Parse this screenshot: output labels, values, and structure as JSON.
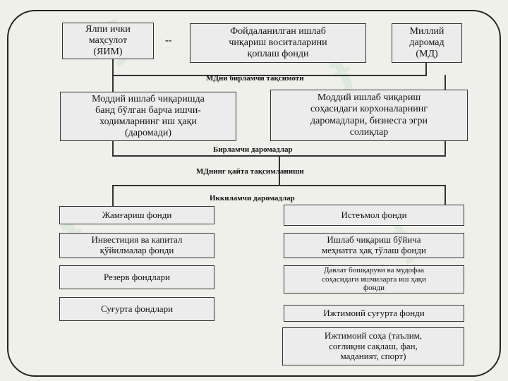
{
  "top": {
    "gdp": "Ялпи ички\nмаҳсулот\n(ЯИМ)",
    "dash": "--",
    "fixed_assets": "Фойдаланилган ишлаб\nчиқариш воситаларини\nқоплаш фонди",
    "national_income": "Миллий\nдаромад\n(МД)"
  },
  "primary_distribution_label": "МДни бирламчи тақсимоти",
  "primary": {
    "wages": "Моддий ишлаб чиқаришда\nбанд бўлган барча ишчи-\nходимларнинг иш ҳақи\n(даромади)",
    "enterprise_income": "Моддий ишлаб чиқариш\nсоҳасидаги корхоналарнинг\nдаромадлари, бизнесга эгри\nсолиқлар"
  },
  "primary_income_label": "Бирламчи даромадлар",
  "redistribution_label": "МДнинг қайта тақсимланиши",
  "secondary_income_label": "Иккиламчи даромадлар",
  "left_column": [
    "Жамғариш фонди",
    "Инвестиция ва капитал\nқўйилмалар фонди",
    "Резерв фондлари",
    "Суғурта фондлари"
  ],
  "right_column": [
    "Истеъмол фонди",
    "Ишлаб чиқариш бўйича\nмеҳнатга ҳақ тўлаш фонди",
    "Давлат бошқаруви ва мудофаа\nсоҳасидаги ишчиларга иш ҳақи\nфонди",
    "Ижтимоий суғурта фонди",
    "Ижтимоий соҳа (таълим,\nсоғлиқни сақлаш, фан,\nмаданият, спорт)"
  ]
}
